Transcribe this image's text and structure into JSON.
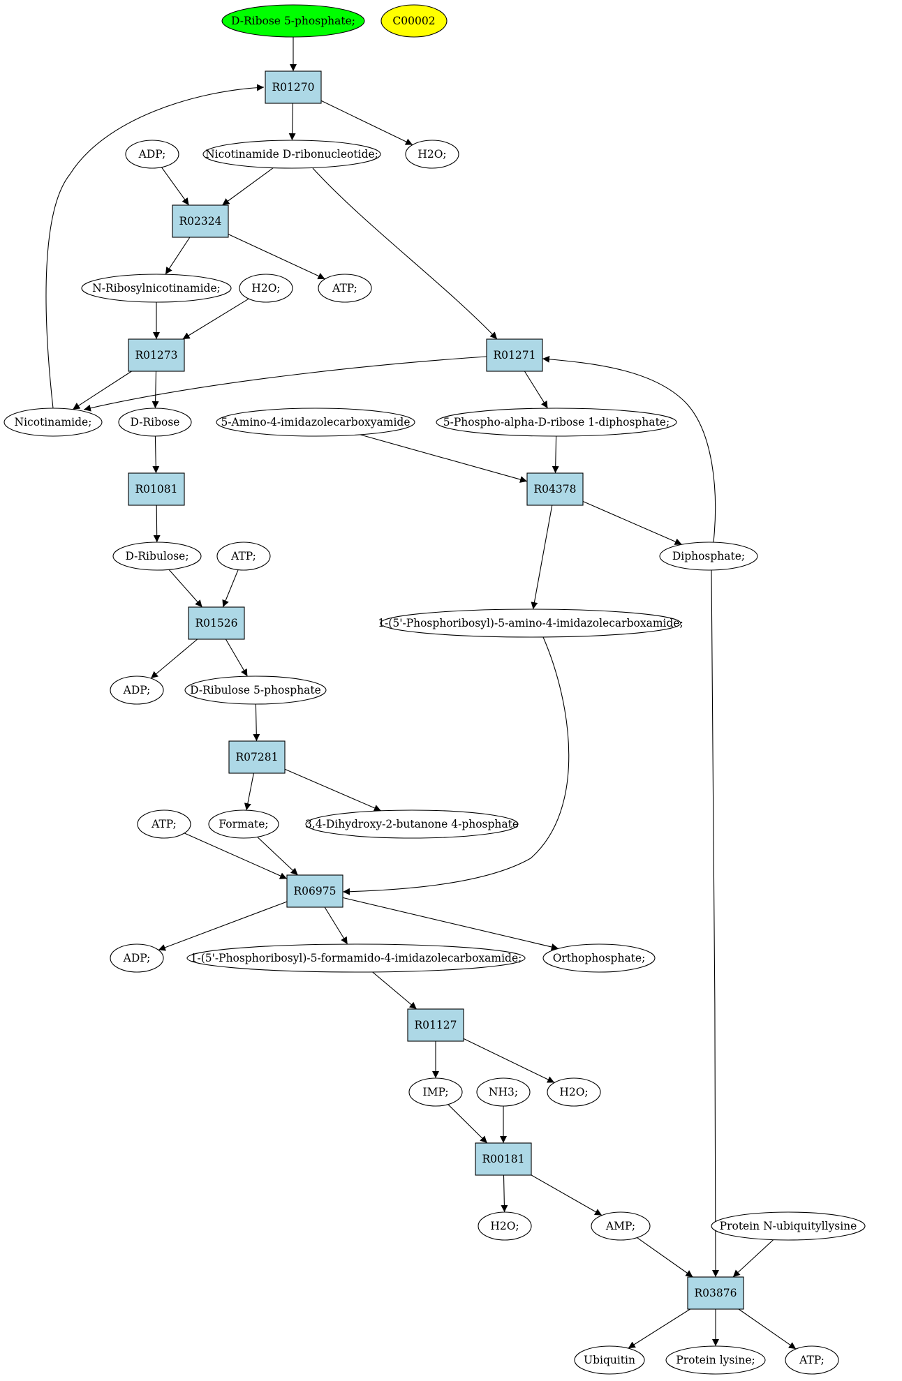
{
  "graph": {
    "colors": {
      "reaction_fill": "#add8e6",
      "start_fill": "#00ff00",
      "target_fill": "#ffff00",
      "compound_fill": "#ffffff",
      "stroke": "#000000"
    },
    "nodes": {
      "d_ribose_5p": {
        "label": "D-Ribose 5-phosphate;",
        "kind": "start"
      },
      "c00002": {
        "label": "C00002",
        "kind": "target"
      },
      "r01270": {
        "label": "R01270",
        "kind": "reaction"
      },
      "nmn": {
        "label": "Nicotinamide D-ribonucleotide;",
        "kind": "compound"
      },
      "h2o_1": {
        "label": "H2O;",
        "kind": "compound"
      },
      "adp_1": {
        "label": "ADP;",
        "kind": "compound"
      },
      "r02324": {
        "label": "R02324",
        "kind": "reaction"
      },
      "n_ribosyl": {
        "label": "N-Ribosylnicotinamide;",
        "kind": "compound"
      },
      "h2o_2": {
        "label": "H2O;",
        "kind": "compound"
      },
      "atp_1": {
        "label": "ATP;",
        "kind": "compound"
      },
      "r01273": {
        "label": "R01273",
        "kind": "reaction"
      },
      "r01271": {
        "label": "R01271",
        "kind": "reaction"
      },
      "nicotinamide": {
        "label": "Nicotinamide;",
        "kind": "compound"
      },
      "d_ribose": {
        "label": "D-Ribose",
        "kind": "compound"
      },
      "aica": {
        "label": "5-Amino-4-imidazolecarboxyamide",
        "kind": "compound"
      },
      "prpp": {
        "label": "5-Phospho-alpha-D-ribose 1-diphosphate;",
        "kind": "compound"
      },
      "r01081": {
        "label": "R01081",
        "kind": "reaction"
      },
      "r04378": {
        "label": "R04378",
        "kind": "reaction"
      },
      "d_ribulose": {
        "label": "D-Ribulose;",
        "kind": "compound"
      },
      "atp_2": {
        "label": "ATP;",
        "kind": "compound"
      },
      "diphosphate": {
        "label": "Diphosphate;",
        "kind": "compound"
      },
      "r01526": {
        "label": "R01526",
        "kind": "reaction"
      },
      "aicar": {
        "label": "1-(5'-Phosphoribosyl)-5-amino-4-imidazolecarboxamide;",
        "kind": "compound"
      },
      "adp_2": {
        "label": "ADP;",
        "kind": "compound"
      },
      "d_ribulose_5p": {
        "label": "D-Ribulose 5-phosphate",
        "kind": "compound"
      },
      "r07281": {
        "label": "R07281",
        "kind": "reaction"
      },
      "atp_3": {
        "label": "ATP;",
        "kind": "compound"
      },
      "formate": {
        "label": "Formate;",
        "kind": "compound"
      },
      "dhbp": {
        "label": "3,4-Dihydroxy-2-butanone 4-phosphate",
        "kind": "compound"
      },
      "r06975": {
        "label": "R06975",
        "kind": "reaction"
      },
      "adp_3": {
        "label": "ADP;",
        "kind": "compound"
      },
      "faicar": {
        "label": "1-(5'-Phosphoribosyl)-5-formamido-4-imidazolecarboxamide;",
        "kind": "compound"
      },
      "orthophosphate": {
        "label": "Orthophosphate;",
        "kind": "compound"
      },
      "r01127": {
        "label": "R01127",
        "kind": "reaction"
      },
      "imp": {
        "label": "IMP;",
        "kind": "compound"
      },
      "nh3": {
        "label": "NH3;",
        "kind": "compound"
      },
      "h2o_3": {
        "label": "H2O;",
        "kind": "compound"
      },
      "r00181": {
        "label": "R00181",
        "kind": "reaction"
      },
      "h2o_4": {
        "label": "H2O;",
        "kind": "compound"
      },
      "amp": {
        "label": "AMP;",
        "kind": "compound"
      },
      "protein_ub": {
        "label": "Protein N-ubiquityllysine",
        "kind": "compound"
      },
      "r03876": {
        "label": "R03876",
        "kind": "reaction"
      },
      "ubiquitin": {
        "label": "Ubiquitin",
        "kind": "compound"
      },
      "protein_lysine": {
        "label": "Protein lysine;",
        "kind": "compound"
      },
      "atp_4": {
        "label": "ATP;",
        "kind": "compound"
      }
    },
    "edges": [
      [
        "d_ribose_5p",
        "r01270"
      ],
      [
        "r01270",
        "nmn"
      ],
      [
        "r01270",
        "h2o_1"
      ],
      [
        "nicotinamide",
        "r01270"
      ],
      [
        "adp_1",
        "r02324"
      ],
      [
        "nmn",
        "r02324"
      ],
      [
        "nmn",
        "r01271"
      ],
      [
        "r02324",
        "n_ribosyl"
      ],
      [
        "r02324",
        "atp_1"
      ],
      [
        "n_ribosyl",
        "r01273"
      ],
      [
        "h2o_2",
        "r01273"
      ],
      [
        "r01273",
        "nicotinamide"
      ],
      [
        "r01273",
        "d_ribose"
      ],
      [
        "r01271",
        "nicotinamide"
      ],
      [
        "r01271",
        "prpp"
      ],
      [
        "diphosphate",
        "r01271"
      ],
      [
        "d_ribose",
        "r01081"
      ],
      [
        "r01081",
        "d_ribulose"
      ],
      [
        "aica",
        "r04378"
      ],
      [
        "prpp",
        "r04378"
      ],
      [
        "r04378",
        "diphosphate"
      ],
      [
        "r04378",
        "aicar"
      ],
      [
        "d_ribulose",
        "r01526"
      ],
      [
        "atp_2",
        "r01526"
      ],
      [
        "r01526",
        "adp_2"
      ],
      [
        "r01526",
        "d_ribulose_5p"
      ],
      [
        "d_ribulose_5p",
        "r07281"
      ],
      [
        "r07281",
        "formate"
      ],
      [
        "r07281",
        "dhbp"
      ],
      [
        "atp_3",
        "r06975"
      ],
      [
        "formate",
        "r06975"
      ],
      [
        "aicar",
        "r06975"
      ],
      [
        "r06975",
        "adp_3"
      ],
      [
        "r06975",
        "faicar"
      ],
      [
        "r06975",
        "orthophosphate"
      ],
      [
        "faicar",
        "r01127"
      ],
      [
        "r01127",
        "imp"
      ],
      [
        "r01127",
        "h2o_3"
      ],
      [
        "imp",
        "r00181"
      ],
      [
        "nh3",
        "r00181"
      ],
      [
        "r00181",
        "h2o_4"
      ],
      [
        "r00181",
        "amp"
      ],
      [
        "amp",
        "r03876"
      ],
      [
        "protein_ub",
        "r03876"
      ],
      [
        "diphosphate",
        "r03876"
      ],
      [
        "r03876",
        "ubiquitin"
      ],
      [
        "r03876",
        "protein_lysine"
      ],
      [
        "r03876",
        "atp_4"
      ]
    ]
  }
}
